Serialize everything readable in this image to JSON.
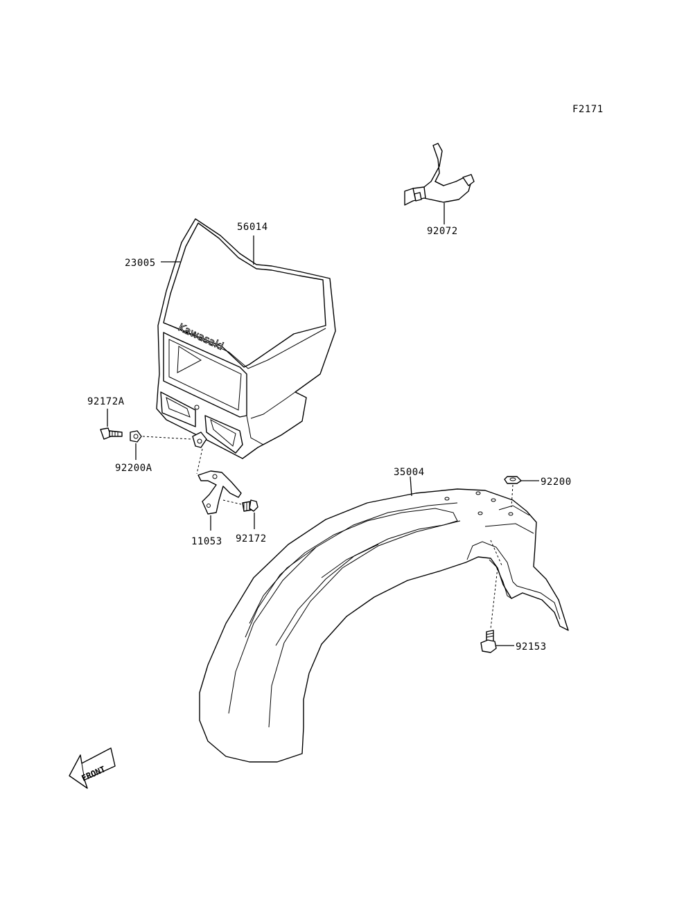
{
  "diagram_code": "F2171",
  "brand_logo": "Kawasaki",
  "front_arrow_label": "FRONT",
  "parts": {
    "p92072": "92072",
    "p56014": "56014",
    "p23005": "23005",
    "p92172A": "92172A",
    "p92200A": "92200A",
    "p35004": "35004",
    "p92200": "92200",
    "p11053": "11053",
    "p92172": "92172",
    "p92153": "92153"
  }
}
